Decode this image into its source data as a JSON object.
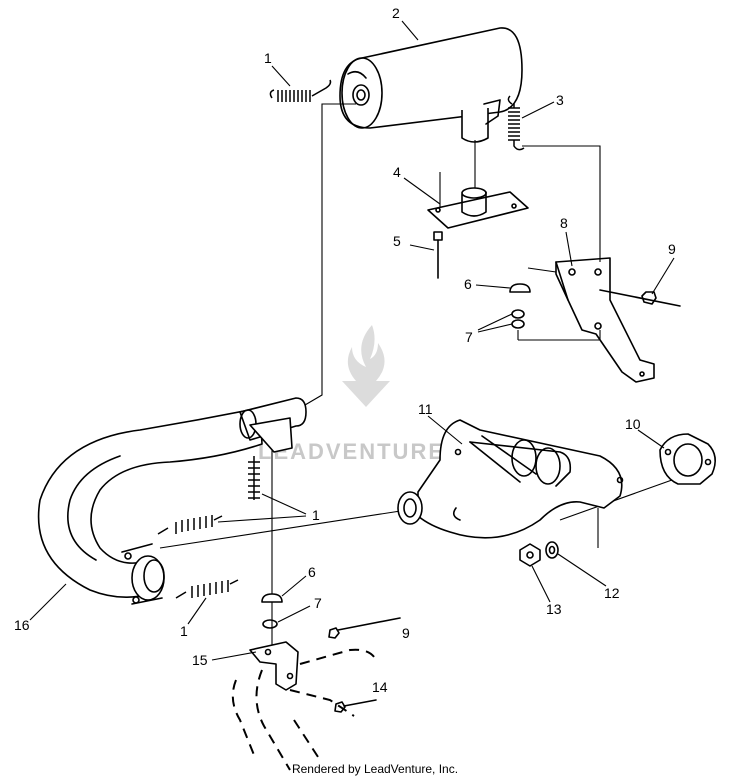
{
  "diagram": {
    "type": "exploded parts diagram",
    "callouts": [
      {
        "id": "c1a",
        "label": "1"
      },
      {
        "id": "c2",
        "label": "2"
      },
      {
        "id": "c3",
        "label": "3"
      },
      {
        "id": "c4",
        "label": "4"
      },
      {
        "id": "c5",
        "label": "5"
      },
      {
        "id": "c6a",
        "label": "6"
      },
      {
        "id": "c7a",
        "label": "7"
      },
      {
        "id": "c8",
        "label": "8"
      },
      {
        "id": "c9a",
        "label": "9"
      },
      {
        "id": "c10",
        "label": "10"
      },
      {
        "id": "c11",
        "label": "11"
      },
      {
        "id": "c1b",
        "label": "1"
      },
      {
        "id": "c16",
        "label": "16"
      },
      {
        "id": "c1c",
        "label": "1"
      },
      {
        "id": "c6b",
        "label": "6"
      },
      {
        "id": "c7b",
        "label": "7"
      },
      {
        "id": "c9b",
        "label": "9"
      },
      {
        "id": "c15",
        "label": "15"
      },
      {
        "id": "c14",
        "label": "14"
      },
      {
        "id": "c12",
        "label": "12"
      },
      {
        "id": "c13",
        "label": "13"
      }
    ]
  },
  "watermark": {
    "text": "LEADVENTURE",
    "color": "#c8c8c8"
  },
  "footer": {
    "text": "Rendered by LeadVenture, Inc."
  }
}
